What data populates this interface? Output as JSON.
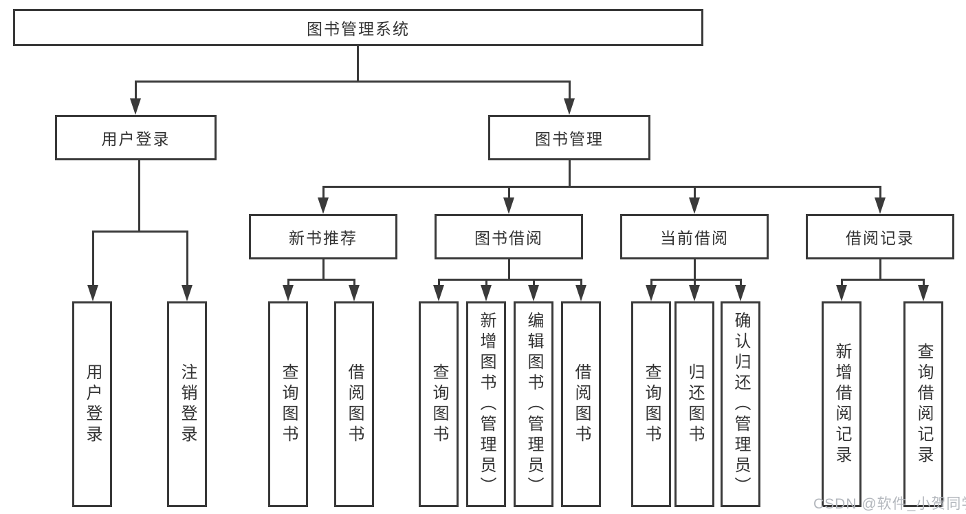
{
  "tree": {
    "root": {
      "label": "图书管理系统",
      "children": [
        {
          "label": "用户登录",
          "children": [
            {
              "label": "用户登录"
            },
            {
              "label": "注销登录"
            }
          ]
        },
        {
          "label": "图书管理",
          "children": [
            {
              "label": "新书推荐",
              "children": [
                {
                  "label": "查询图书"
                },
                {
                  "label": "借阅图书"
                }
              ]
            },
            {
              "label": "图书借阅",
              "children": [
                {
                  "label": "查询图书"
                },
                {
                  "label": "新增图书（管理员）"
                },
                {
                  "label": "编辑图书（管理员）"
                },
                {
                  "label": "借阅图书"
                }
              ]
            },
            {
              "label": "当前借阅",
              "children": [
                {
                  "label": "查询图书"
                },
                {
                  "label": "归还图书"
                },
                {
                  "label": "确认归还（管理员）"
                }
              ]
            },
            {
              "label": "借阅记录",
              "children": [
                {
                  "label": "新增借阅记录"
                },
                {
                  "label": "查询借阅记录"
                }
              ]
            }
          ]
        }
      ]
    }
  },
  "watermark": {
    "text": "CSDN @软件_小贺同学",
    "color": "#b3b7bd"
  },
  "colors": {
    "line": "#3a3a3a",
    "text": "#333333",
    "background": "#ffffff"
  }
}
